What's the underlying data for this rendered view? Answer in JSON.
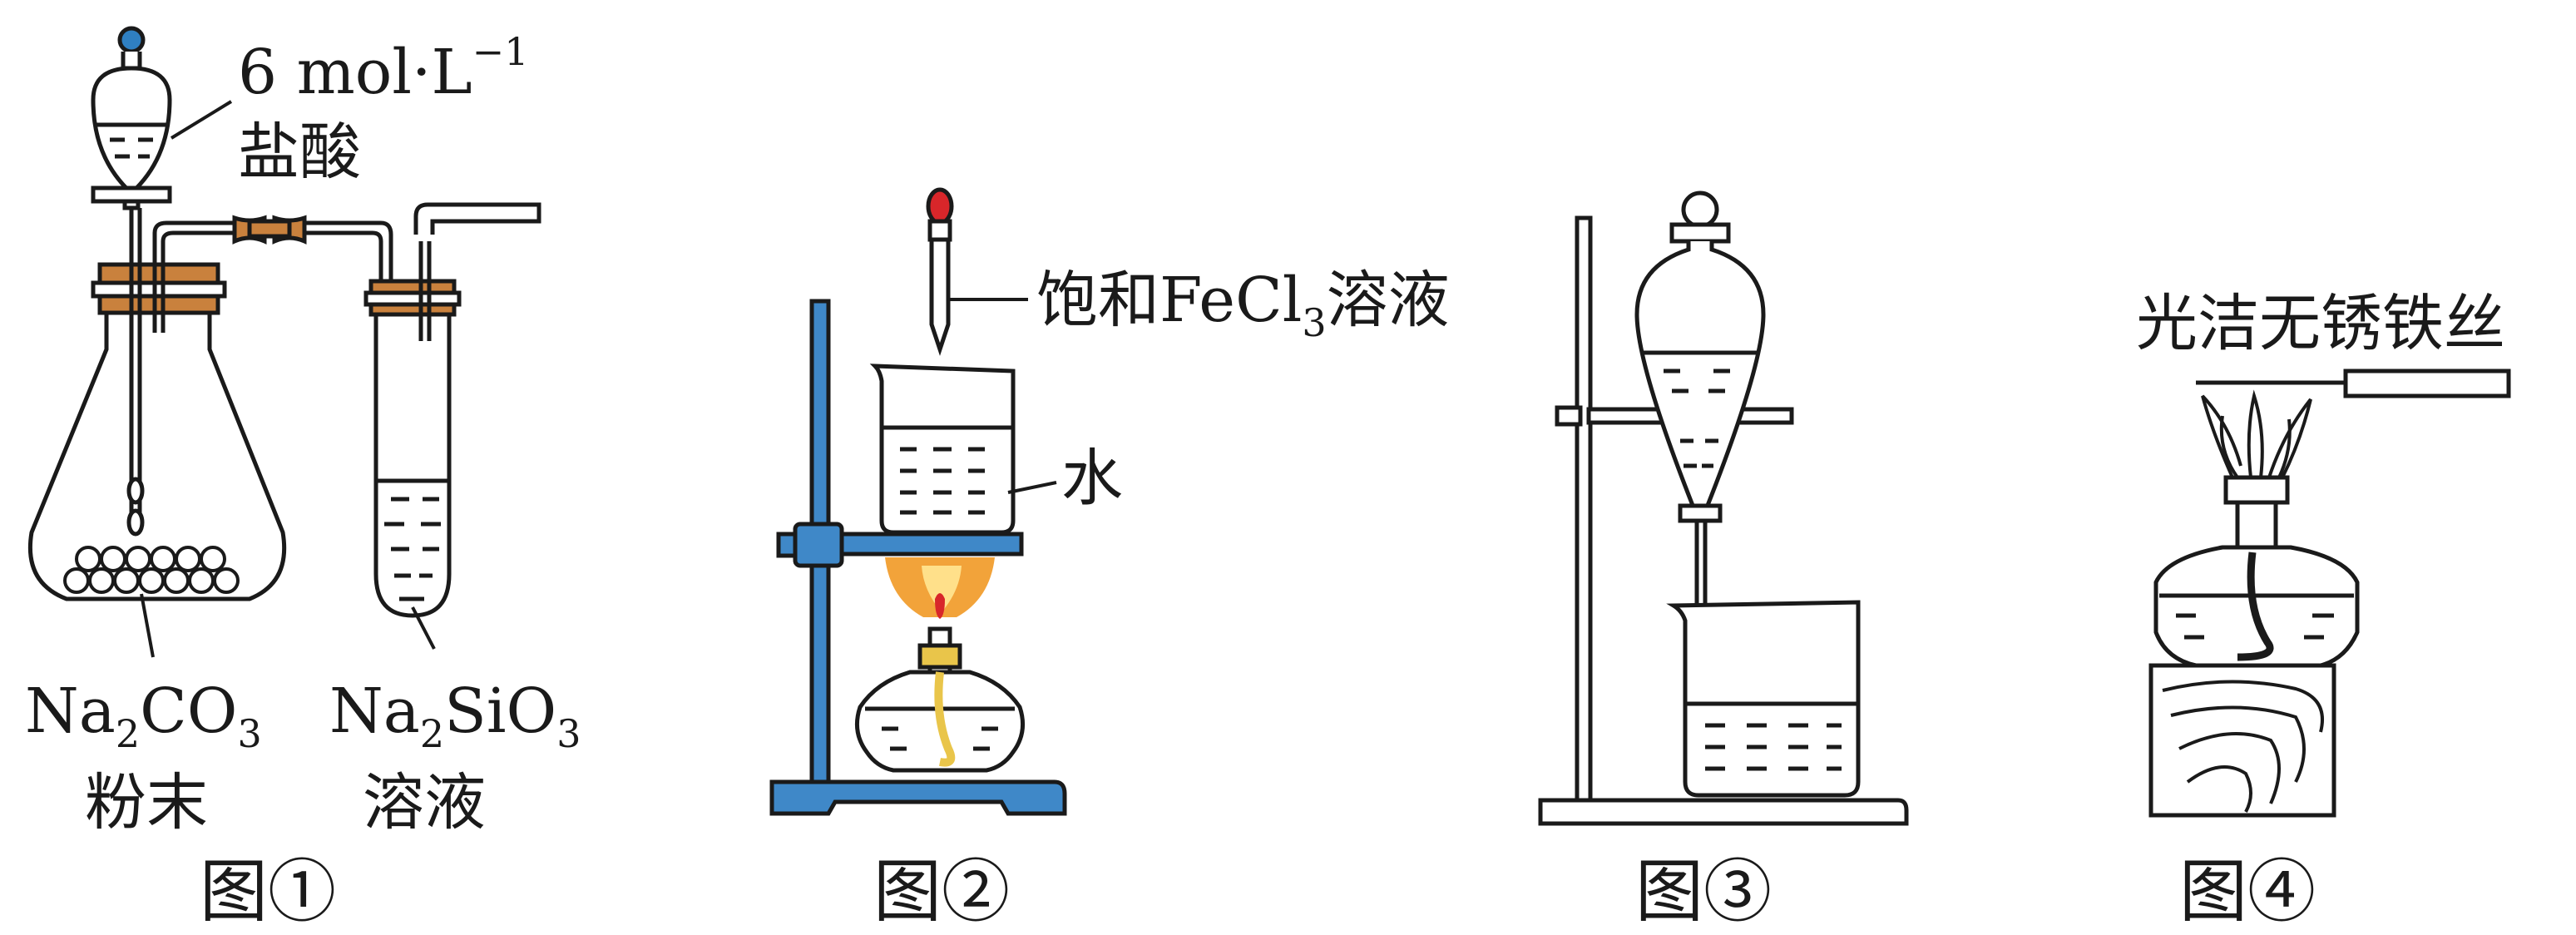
{
  "figures": [
    {
      "caption": "图①",
      "labels": {
        "reagent_line1": "6 mol·L",
        "reagent_exp": "−1",
        "reagent_line2": "盐酸",
        "solid_main1": "Na",
        "solid_sub1": "2",
        "solid_main2": "CO",
        "solid_sub2": "3",
        "solid_line2": "粉末",
        "solution_main1": "Na",
        "solution_sub1": "2",
        "solution_main2": "SiO",
        "solution_sub2": "3",
        "solution_line2": "溶液"
      }
    },
    {
      "caption": "图②",
      "labels": {
        "dropper_main": "饱和FeCl",
        "dropper_sub": "3",
        "dropper_tail": "溶液",
        "beaker": "水"
      }
    },
    {
      "caption": "图③",
      "labels": {}
    },
    {
      "caption": "图④",
      "labels": {
        "wire": "光洁无锈铁丝"
      }
    }
  ],
  "colors": {
    "line": "#1a1a1a",
    "stopper_blue": "#2f7fc1",
    "dropper_red": "#d8262a",
    "rubber_brown": "#c9813d",
    "stand_blue": "#3f88c8",
    "flame_orange": "#f2a33a",
    "flame_yellow": "#ffe08a",
    "wick_yellow": "#e9c54a"
  }
}
